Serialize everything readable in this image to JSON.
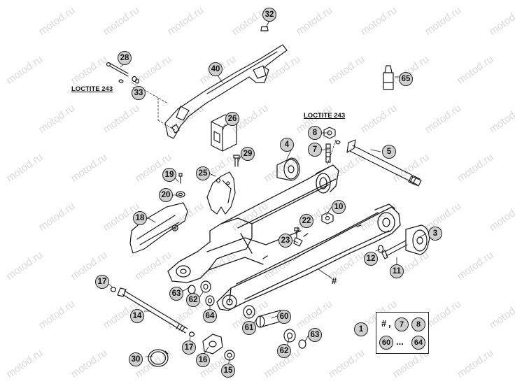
{
  "watermark": "motod.ru",
  "legend": {
    "callout": "1",
    "hash": "#",
    "sep": ",",
    "parts_top": [
      "7",
      "8"
    ],
    "parts_bottom": [
      "60",
      "64"
    ],
    "ellipsis": "..."
  },
  "loctite": [
    "LOCTITE 243",
    "LOCTITE 243"
  ],
  "swingarm_mark": "#",
  "callouts": [
    "32",
    "28",
    "40",
    "65",
    "33",
    "26",
    "8",
    "7",
    "4",
    "5",
    "29",
    "19",
    "25",
    "20",
    "10",
    "3",
    "18",
    "22",
    "23",
    "12",
    "11",
    "17",
    "63",
    "62",
    "14",
    "64",
    "60",
    "61",
    "63",
    "62",
    "17",
    "16",
    "15",
    "30"
  ]
}
